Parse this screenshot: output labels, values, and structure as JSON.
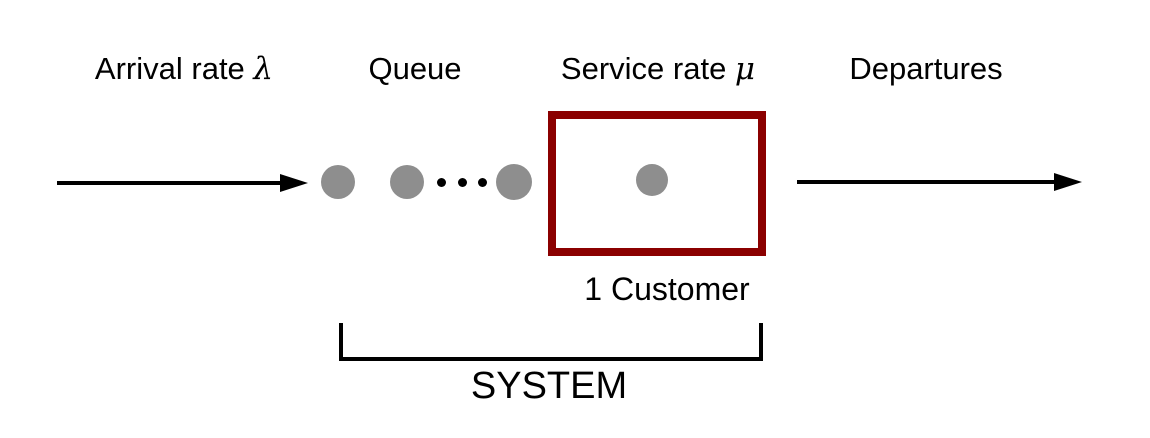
{
  "figure": {
    "type": "queueing-system-diagram",
    "labels": {
      "arrival_text": "Arrival rate ",
      "arrival_symbol": "λ",
      "queue": "Queue",
      "service_text": "Service rate ",
      "service_symbol": "μ",
      "departures": "Departures",
      "server_caption": "1 Customer",
      "system": "SYSTEM"
    },
    "queue": {
      "visible_customers": 3,
      "ellipsis_dots": 3
    },
    "server": {
      "customers_in_service": 1
    },
    "colors": {
      "server_box_border": "#8b0000",
      "customer_circle": "#8e8e8e",
      "ellipsis_dot": "#000000",
      "line": "#000000",
      "text": "#000000",
      "background": "#ffffff"
    }
  }
}
